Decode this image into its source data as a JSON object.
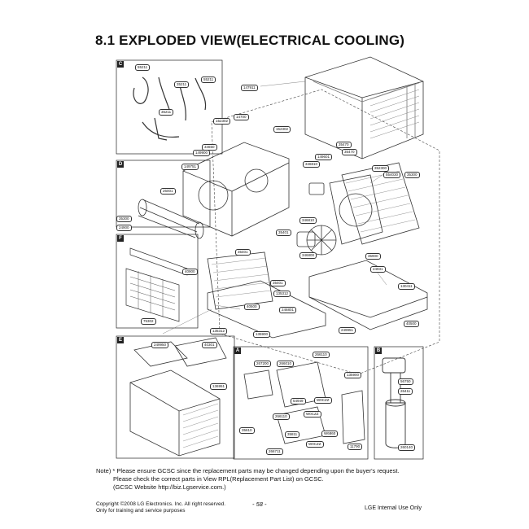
{
  "page": {
    "title": "8.1 EXPLODED VIEW(ELECTRICAL COOLING)",
    "page_number": "- 58 -",
    "internal_use": "LGE Internal Use Only",
    "copyright_line1": "Copyright ©2008 LG Electronics. Inc. All right reserved.",
    "copyright_line2": "Only for training and service purposes"
  },
  "note": {
    "line1": "Note) * Please ensure GCSC since the replacement parts may be changed depending upon the buyer's request.",
    "line2": "Please check  the correct parts in View RPL(Replacement Part List) on GCSC.",
    "line3": "(GCSC Website  http://biz.Lgservice.com.)"
  },
  "sections": {
    "C": "C",
    "D": "D",
    "F": "F",
    "E": "E",
    "A": "A",
    "B": "B"
  },
  "labels": {
    "l1": "55211",
    "l2": "35211",
    "l3": "55211",
    "l4": "35211",
    "l5": "147911",
    "l6": "14700",
    "l7": "152302",
    "l8": "152302",
    "l9": "34650",
    "l10": "149900",
    "l11": "149751",
    "l12": "346810",
    "l13": "149601",
    "l14": "35470",
    "l15": "35470",
    "l16": "352300",
    "l17": "554030",
    "l18": "35300",
    "l19": "26001",
    "l20": "346810",
    "l21": "35401",
    "l22": "35300",
    "l23": "24900",
    "l24": "346800",
    "l25": "35401",
    "l26": "40900",
    "l27": "130411",
    "l28": "75302",
    "l29": "35401",
    "l30": "135312",
    "l31": "40500",
    "l32": "246801",
    "l33": "35900",
    "l34": "24931",
    "l35": "40500",
    "l36": "135312",
    "l37": "135900",
    "l38": "249951",
    "l39": "249950",
    "l40": "40301",
    "l41": "136951",
    "l42": "267200",
    "l43": "266010",
    "l44": "266110",
    "l45": "135900",
    "l46": "56750",
    "l47": "26411",
    "l48": "54949",
    "l49": "W0CZZ",
    "l50": "266110",
    "l51": "W6860",
    "l52": "11790",
    "l53": "35610",
    "l54": "W0CZZ",
    "l55": "266711",
    "l56": "35811",
    "l57": "260140",
    "l58": "W0CZZ"
  },
  "colors": {
    "ink": "#222222",
    "light": "#888888",
    "bg": "#ffffff"
  }
}
